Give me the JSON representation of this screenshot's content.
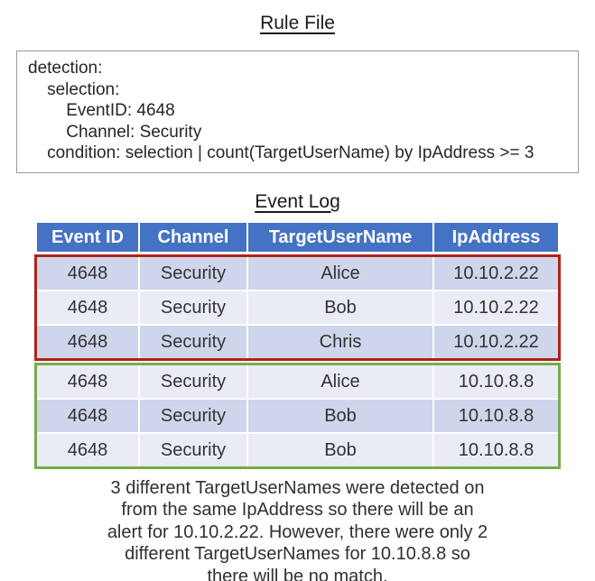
{
  "rule_file": {
    "title": "Rule File",
    "lines": [
      "detection:",
      "    selection:",
      "        EventID: 4648",
      "        Channel: Security",
      "    condition: selection | count(TargetUserName) by IpAddress >= 3"
    ]
  },
  "event_log": {
    "title": "Event Log",
    "headers": [
      "Event ID",
      "Channel",
      "TargetUserName",
      "IpAddress"
    ],
    "rows": [
      [
        "4648",
        "Security",
        "Alice",
        "10.10.2.22"
      ],
      [
        "4648",
        "Security",
        "Bob",
        "10.10.2.22"
      ],
      [
        "4648",
        "Security",
        "Chris",
        "10.10.2.22"
      ],
      [
        "4648",
        "Security",
        "Alice",
        "10.10.8.8"
      ],
      [
        "4648",
        "Security",
        "Bob",
        "10.10.8.8"
      ],
      [
        "4648",
        "Security",
        "Bob",
        "10.10.8.8"
      ]
    ],
    "colors": {
      "header_bg": "#4472c4",
      "header_text": "#ffffff",
      "row_band_dark": "#cfd5ea",
      "row_band_light": "#e9ebf5",
      "alert_outline": "#b02318",
      "no_match_outline": "#76ac4b"
    }
  },
  "caption": {
    "lines": [
      "3 different TargetUserNames were detected on",
      "from the same IpAddress so there will be an",
      "alert for 10.10.2.22. However, there were only 2",
      "different TargetUserNames for 10.10.8.8 so",
      "there will be no match."
    ]
  }
}
